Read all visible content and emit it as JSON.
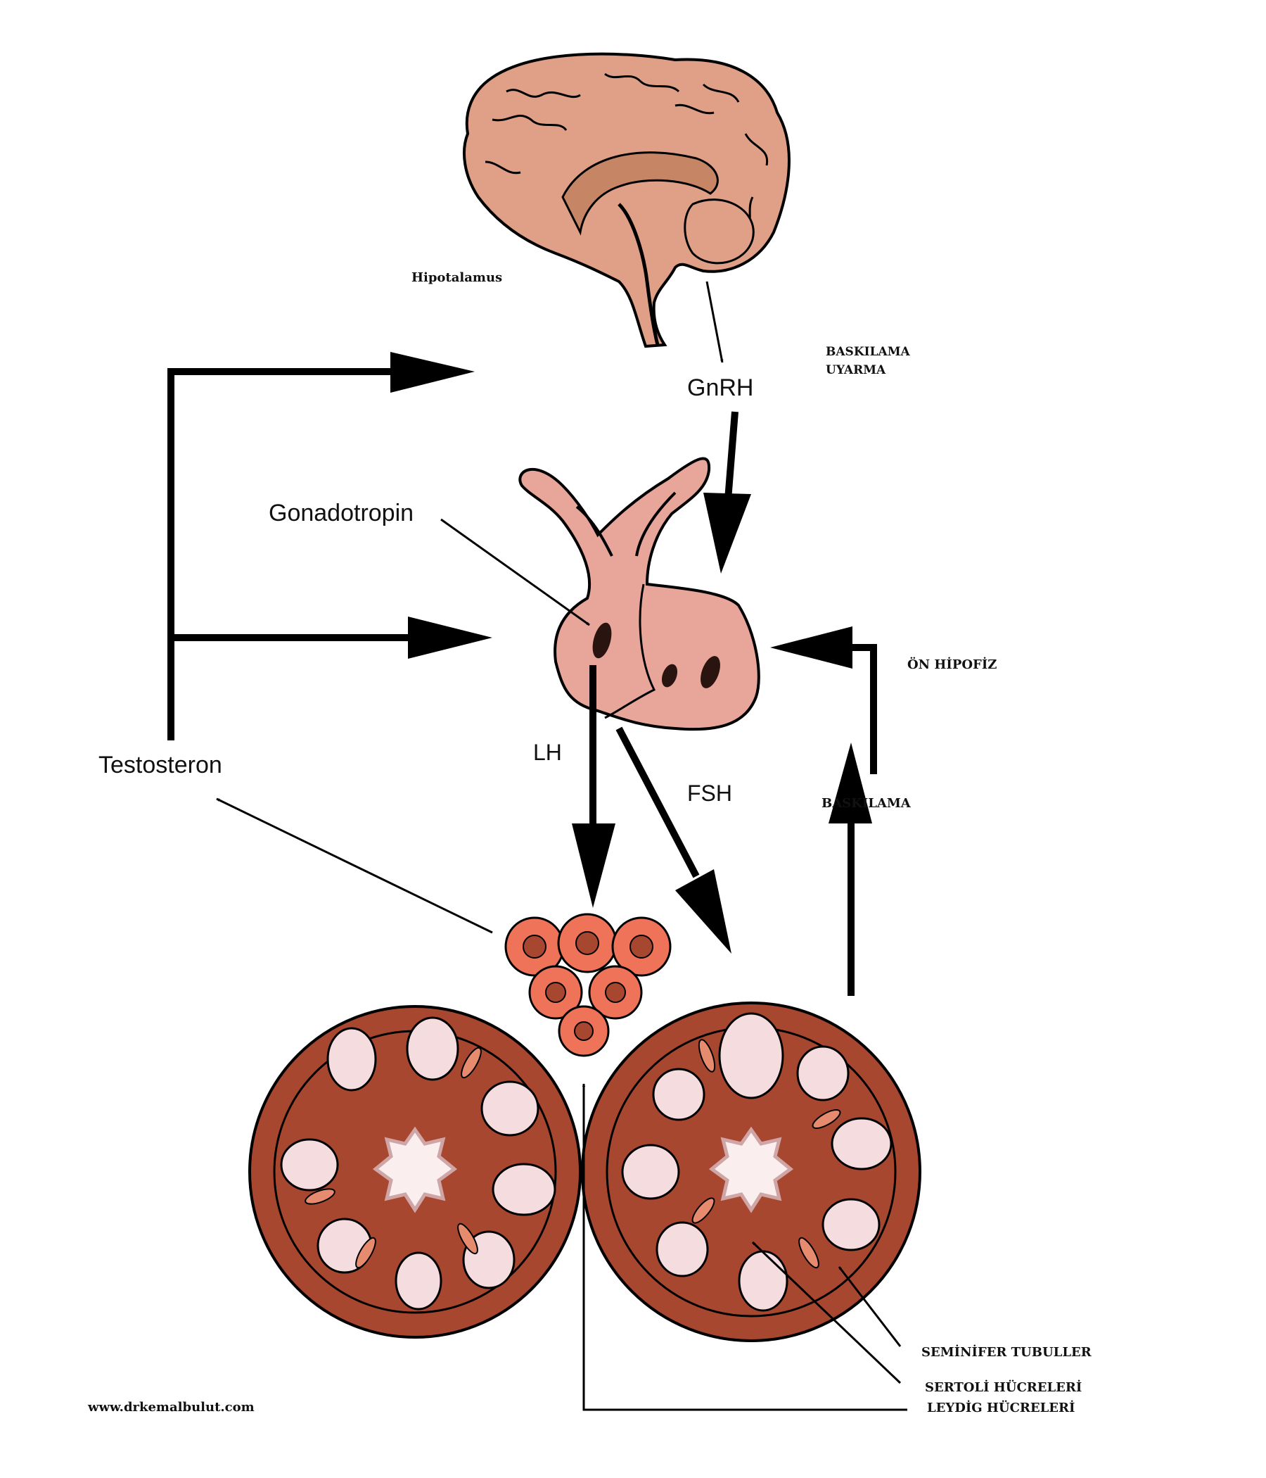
{
  "labels": {
    "hipotalamus": "Hipotalamus",
    "gnrh": "GnRH",
    "baskilama_uyarma_line1": "BASKILAMA",
    "baskilama_uyarma_line2": "UYARMA",
    "gonadotropin": "Gonadotropin",
    "on_hipofiz": "ÖN HİPOFİZ",
    "testosteron": "Testosteron",
    "lh": "LH",
    "fsh": "FSH",
    "baskilama": "BASKILAMA",
    "seminifer": "SEMİNİFER TUBULLER",
    "sertoli": "SERTOLİ HÜCRELERİ",
    "leydig": "LEYDİG HÜCRELERİ",
    "website": "www.drkemalbulut.com"
  },
  "colors": {
    "brain_fill": "#dfa087",
    "pituitary_fill": "#e8a59a",
    "testis_fill": "#a8472f",
    "tubule_fill": "#f5dcdf",
    "lumen_fill": "#fbeeee",
    "leydig_fill": "#ef7358",
    "arrow": "#000000"
  }
}
